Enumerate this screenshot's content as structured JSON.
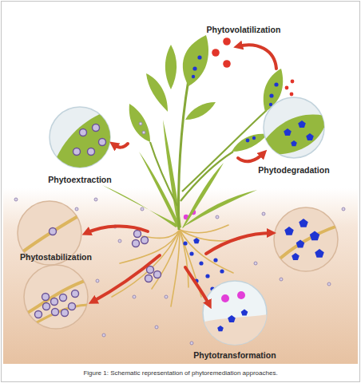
{
  "diagram": {
    "caption": "Figure 1: Schematic representation of phytoremediation approaches.",
    "nodes": [
      {
        "text": [
          "Phytoextraction"
        ]
      },
      {
        "text": [
          "Phytodegradation"
        ]
      },
      {
        "text": [
          "Phytostabilization"
        ]
      },
      {
        "text": [
          "Phytotransformation"
        ]
      }
    ],
    "labels": [
      "Phytovolatilization"
    ]
  }
}
